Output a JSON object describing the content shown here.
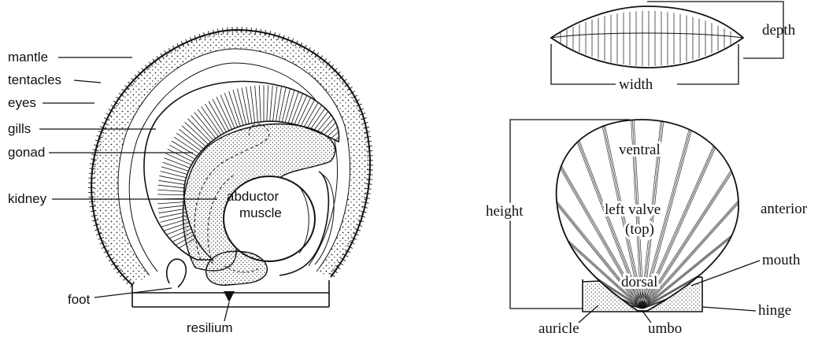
{
  "left_diagram": {
    "labels": {
      "mantle": "mantle",
      "tentacles": "tentacles",
      "eyes": "eyes",
      "gills": "gills",
      "gonad": "gonad",
      "kidney": "kidney",
      "foot": "foot",
      "resilium": "resilium",
      "abductor_line1": "abductor",
      "abductor_line2": "muscle"
    }
  },
  "right_diagram": {
    "labels": {
      "depth": "depth",
      "width": "width",
      "height": "height",
      "ventral": "ventral",
      "left_valve_line1": "left valve",
      "left_valve_line2": "(top)",
      "anterior": "anterior",
      "mouth": "mouth",
      "dorsal": "dorsal",
      "hinge": "hinge",
      "auricle": "auricle",
      "umbo": "umbo"
    }
  }
}
